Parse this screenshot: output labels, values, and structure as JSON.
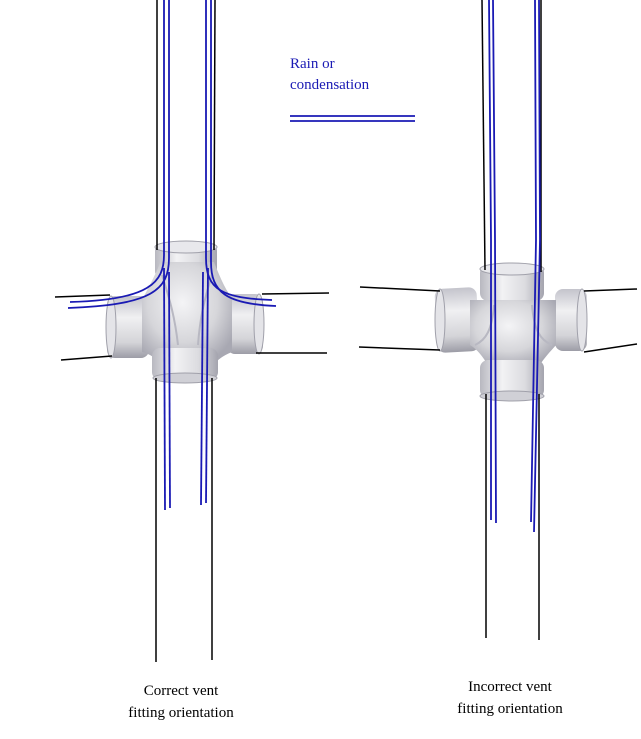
{
  "legend": {
    "line1": "Rain or",
    "line2": "condensation",
    "color": "#1a1ab4"
  },
  "captions": {
    "correct": {
      "line1": "Correct vent",
      "line2": "fitting orientation"
    },
    "incorrect": {
      "line1": "Incorrect vent",
      "line2": "fitting orientation"
    }
  },
  "colors": {
    "pipe_outline": "#000000",
    "water_line": "#1a1ab4",
    "fitting_body": "#d9d9dd",
    "fitting_shade": "#9a9aa4"
  }
}
